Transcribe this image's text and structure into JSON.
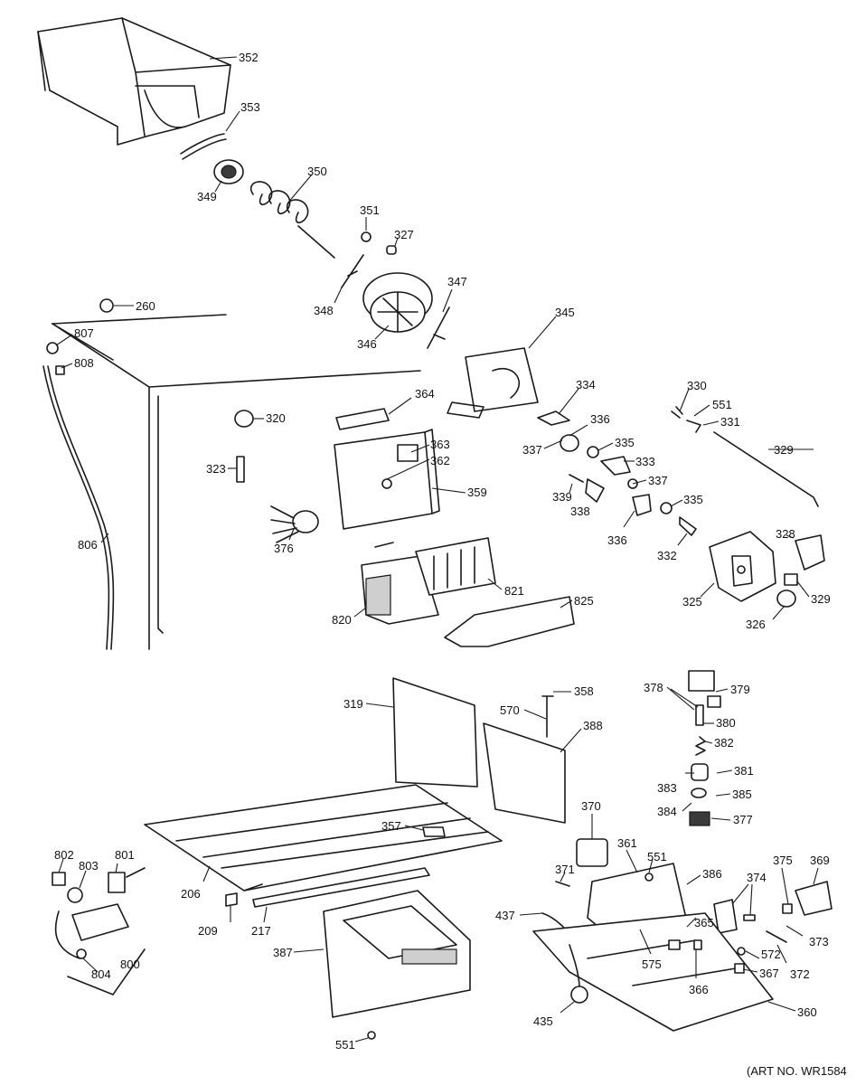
{
  "callouts": [
    {
      "id": "352",
      "text": "352"
    },
    {
      "id": "353",
      "text": "353"
    },
    {
      "id": "349",
      "text": "349"
    },
    {
      "id": "350",
      "text": "350"
    },
    {
      "id": "351",
      "text": "351"
    },
    {
      "id": "327",
      "text": "327"
    },
    {
      "id": "348",
      "text": "348"
    },
    {
      "id": "347",
      "text": "347"
    },
    {
      "id": "346",
      "text": "346"
    },
    {
      "id": "260",
      "text": "260"
    },
    {
      "id": "807",
      "text": "807"
    },
    {
      "id": "808",
      "text": "808"
    },
    {
      "id": "345",
      "text": "345"
    },
    {
      "id": "364",
      "text": "364"
    },
    {
      "id": "320",
      "text": "320"
    },
    {
      "id": "334",
      "text": "334"
    },
    {
      "id": "330",
      "text": "330"
    },
    {
      "id": "551a",
      "text": "551"
    },
    {
      "id": "331",
      "text": "331"
    },
    {
      "id": "336a",
      "text": "336"
    },
    {
      "id": "337a",
      "text": "337"
    },
    {
      "id": "335a",
      "text": "335"
    },
    {
      "id": "329a",
      "text": "329"
    },
    {
      "id": "363",
      "text": "363"
    },
    {
      "id": "362",
      "text": "362"
    },
    {
      "id": "323",
      "text": "323"
    },
    {
      "id": "333",
      "text": "333"
    },
    {
      "id": "337b",
      "text": "337"
    },
    {
      "id": "359",
      "text": "359"
    },
    {
      "id": "339",
      "text": "339"
    },
    {
      "id": "338",
      "text": "338"
    },
    {
      "id": "335b",
      "text": "335"
    },
    {
      "id": "336b",
      "text": "336"
    },
    {
      "id": "328",
      "text": "328"
    },
    {
      "id": "376",
      "text": "376"
    },
    {
      "id": "332",
      "text": "332"
    },
    {
      "id": "806",
      "text": "806"
    },
    {
      "id": "821",
      "text": "821"
    },
    {
      "id": "825",
      "text": "825"
    },
    {
      "id": "329b",
      "text": "329"
    },
    {
      "id": "325",
      "text": "325"
    },
    {
      "id": "820",
      "text": "820"
    },
    {
      "id": "326",
      "text": "326"
    },
    {
      "id": "319",
      "text": "319"
    },
    {
      "id": "358",
      "text": "358"
    },
    {
      "id": "378",
      "text": "378"
    },
    {
      "id": "379",
      "text": "379"
    },
    {
      "id": "570",
      "text": "570"
    },
    {
      "id": "388",
      "text": "388"
    },
    {
      "id": "380",
      "text": "380"
    },
    {
      "id": "382",
      "text": "382"
    },
    {
      "id": "381",
      "text": "381"
    },
    {
      "id": "383",
      "text": "383"
    },
    {
      "id": "385",
      "text": "385"
    },
    {
      "id": "370",
      "text": "370"
    },
    {
      "id": "384",
      "text": "384"
    },
    {
      "id": "377",
      "text": "377"
    },
    {
      "id": "357",
      "text": "357"
    },
    {
      "id": "361",
      "text": "361"
    },
    {
      "id": "551b",
      "text": "551"
    },
    {
      "id": "375",
      "text": "375"
    },
    {
      "id": "369",
      "text": "369"
    },
    {
      "id": "802",
      "text": "802"
    },
    {
      "id": "801",
      "text": "801"
    },
    {
      "id": "803",
      "text": "803"
    },
    {
      "id": "371",
      "text": "371"
    },
    {
      "id": "386",
      "text": "386"
    },
    {
      "id": "374",
      "text": "374"
    },
    {
      "id": "206",
      "text": "206"
    },
    {
      "id": "209",
      "text": "209"
    },
    {
      "id": "217",
      "text": "217"
    },
    {
      "id": "437",
      "text": "437"
    },
    {
      "id": "365",
      "text": "365"
    },
    {
      "id": "373",
      "text": "373"
    },
    {
      "id": "387",
      "text": "387"
    },
    {
      "id": "800",
      "text": "800"
    },
    {
      "id": "572",
      "text": "572"
    },
    {
      "id": "575",
      "text": "575"
    },
    {
      "id": "372",
      "text": "372"
    },
    {
      "id": "804",
      "text": "804"
    },
    {
      "id": "367",
      "text": "367"
    },
    {
      "id": "366",
      "text": "366"
    },
    {
      "id": "360",
      "text": "360"
    },
    {
      "id": "435",
      "text": "435"
    },
    {
      "id": "551c",
      "text": "551"
    }
  ],
  "art_number": "(ART NO. WR1584"
}
